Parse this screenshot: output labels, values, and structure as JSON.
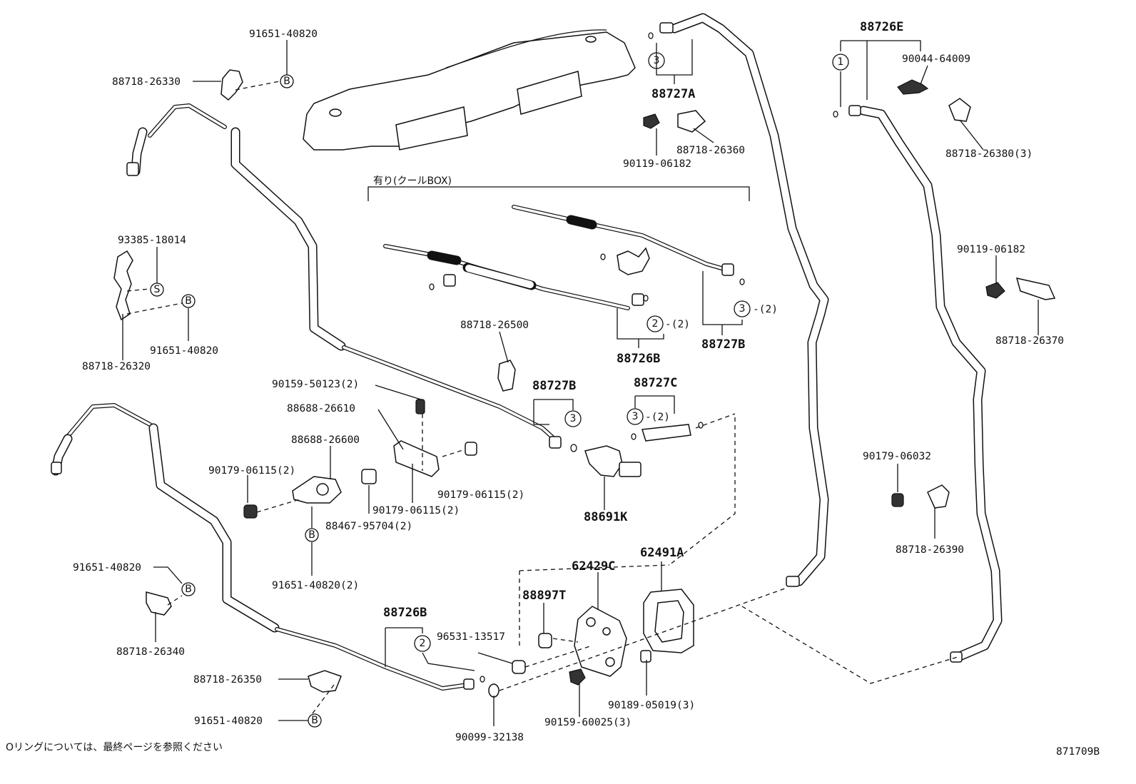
{
  "labels": {
    "p91651_40820_a": "91651-40820",
    "p88718_26330": "88718-26330",
    "p93385_18014": "93385-18014",
    "p91651_40820_b": "91651-40820",
    "p88718_26320": "88718-26320",
    "p90159_50123": "90159-50123(2)",
    "p88688_26610": "88688-26610",
    "p88688_26600": "88688-26600",
    "p90179_06115_a": "90179-06115(2)",
    "p90179_06115_b": "90179-06115(2)",
    "p90179_06115_c": "90179-06115(2)",
    "p88467_95704": "88467-95704(2)",
    "p91651_40820_c": "91651-40820(2)",
    "p91651_40820_d": "91651-40820",
    "p88718_26340": "88718-26340",
    "p88718_26350": "88718-26350",
    "p91651_40820_e": "91651-40820",
    "p88726B_bottom": "88726B",
    "p96531_13517": "96531-13517",
    "p90099_32138": "90099-32138",
    "p88897T": "88897T",
    "p62429C": "62429C",
    "p62491A": "62491A",
    "p90159_60025": "90159-60025(3)",
    "p90189_05019": "90189-05019(3)",
    "p88727A": "88727A",
    "p88718_26360": "88718-26360",
    "p90119_06182_a": "90119-06182",
    "p88718_26500": "88718-26500",
    "p88726B_mid": "88726B",
    "p88727B_right": "88727B",
    "p88727B_mid": "88727B",
    "p88727C": "88727C",
    "p88691K": "88691K",
    "p88726E": "88726E",
    "p90044_64009": "90044-64009",
    "p88718_26380": "88718-26380(3)",
    "p90119_06182_b": "90119-06182",
    "p88718_26370": "88718-26370",
    "p90179_06032": "90179-06032",
    "p88718_26390": "88718-26390",
    "qty2_a": "-(2)",
    "qty2_b": "-(2)",
    "qty2_c": "-(2)",
    "coolbox": "有り(クールBOX)",
    "footnote": "Oリングについては、最終ページを参照ください",
    "diagram_id": "871709B"
  },
  "callouts": {
    "B": "B",
    "S": "S",
    "one": "1",
    "two": "2",
    "three": "3"
  }
}
